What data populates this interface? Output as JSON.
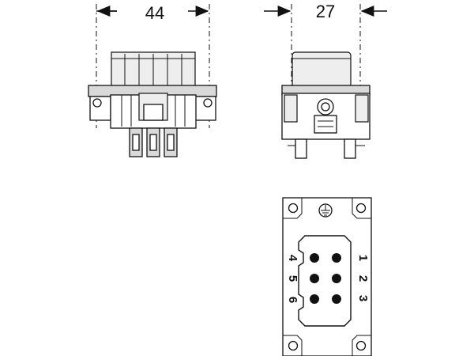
{
  "dimensions": {
    "width_label": "44",
    "depth_label": "27"
  },
  "pin_numbers": {
    "left_column": [
      "4",
      "5",
      "6"
    ],
    "right_column": [
      "1",
      "2",
      "3"
    ]
  },
  "ground_symbol": "earth-ground-icon"
}
